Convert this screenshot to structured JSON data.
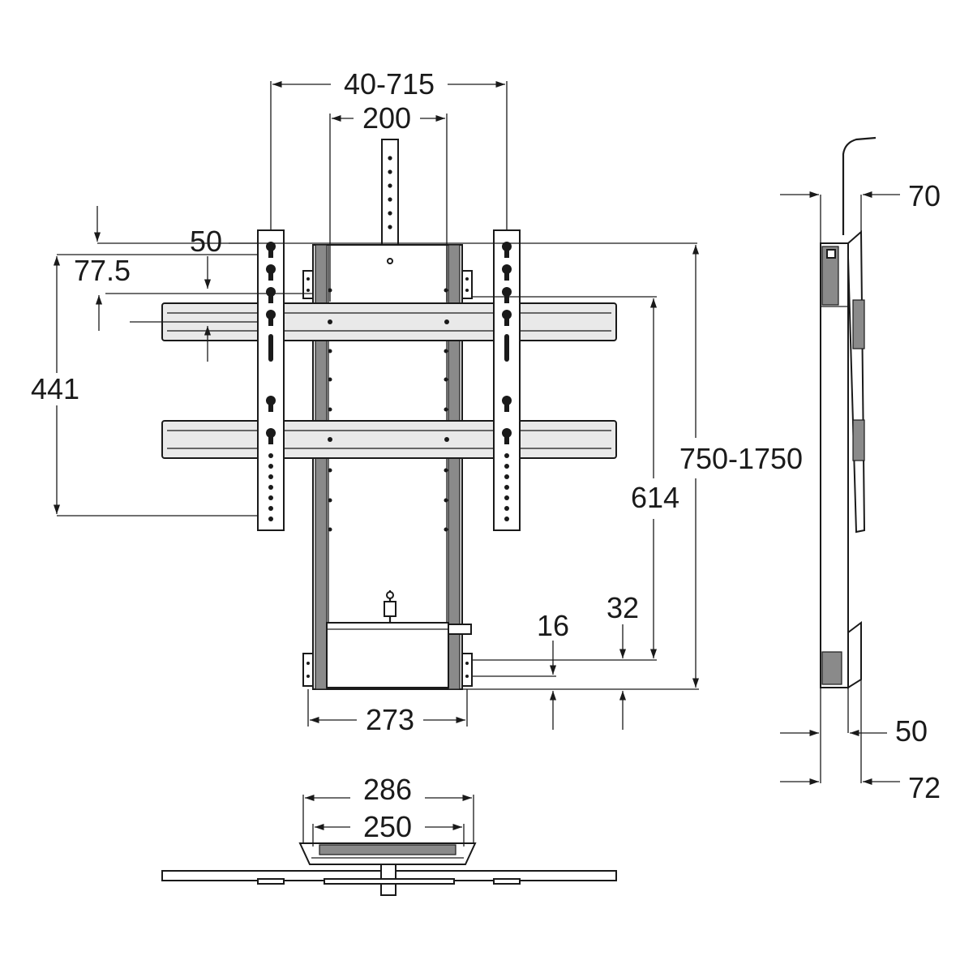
{
  "dimensions": {
    "width_range": "40-715",
    "column_spacing": "200",
    "hole_step": "50",
    "bracket_offset": "77.5",
    "bracket_height": "441",
    "height_range": "750-1750",
    "rail_to_base": "614",
    "base_offset_32": "32",
    "base_offset_16": "16",
    "base_width": "273",
    "side_depth_top": "70",
    "side_depth_50": "50",
    "side_depth_72": "72",
    "plan_width_286": "286",
    "plan_width_250": "250"
  }
}
